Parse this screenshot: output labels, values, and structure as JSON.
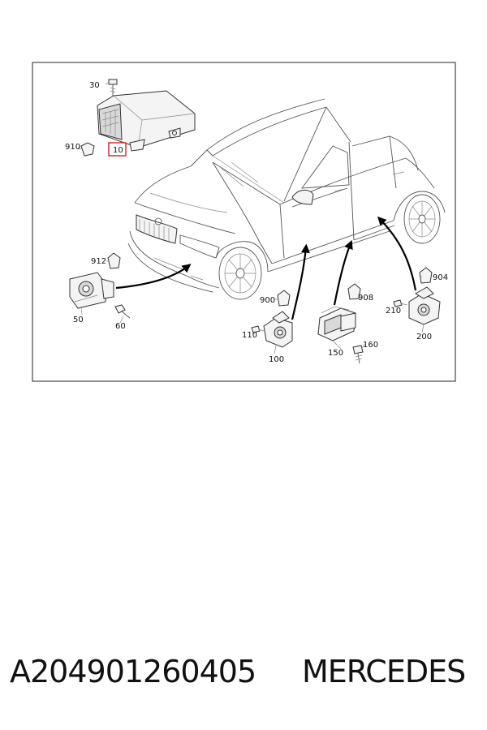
{
  "callouts": {
    "c10": "10",
    "c30": "30",
    "c50": "50",
    "c60": "60",
    "c100": "100",
    "c110": "110",
    "c150": "150",
    "c160": "160",
    "c200": "200",
    "c210": "210",
    "c900": "900",
    "c904": "904",
    "c908": "908",
    "c910": "910",
    "c912": "912"
  },
  "highlight_color": "#d42020",
  "caption": {
    "part_number": "A204901260405",
    "brand": "MERCEDES"
  }
}
